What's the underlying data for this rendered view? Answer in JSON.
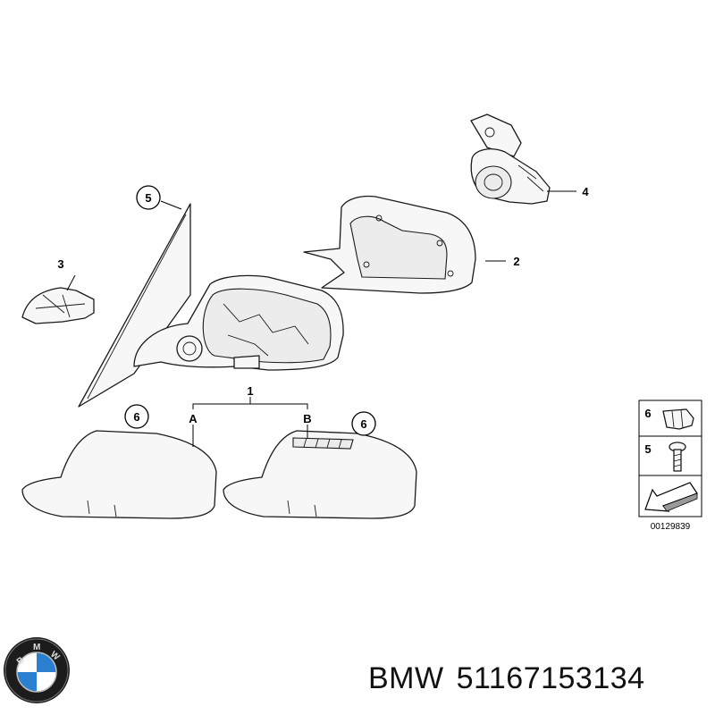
{
  "callouts": {
    "c1": "1",
    "c2": "2",
    "c3": "3",
    "c4": "4",
    "c5": "5",
    "c6a": "6",
    "c6b": "6",
    "ca": "A",
    "cb": "B"
  },
  "legend": {
    "item1_number": "6",
    "item2_number": "5",
    "diagram_number": "00129839"
  },
  "logo": {
    "letters": "BMW"
  },
  "caption": {
    "brand": "BMW",
    "part_number": "51167153134"
  }
}
